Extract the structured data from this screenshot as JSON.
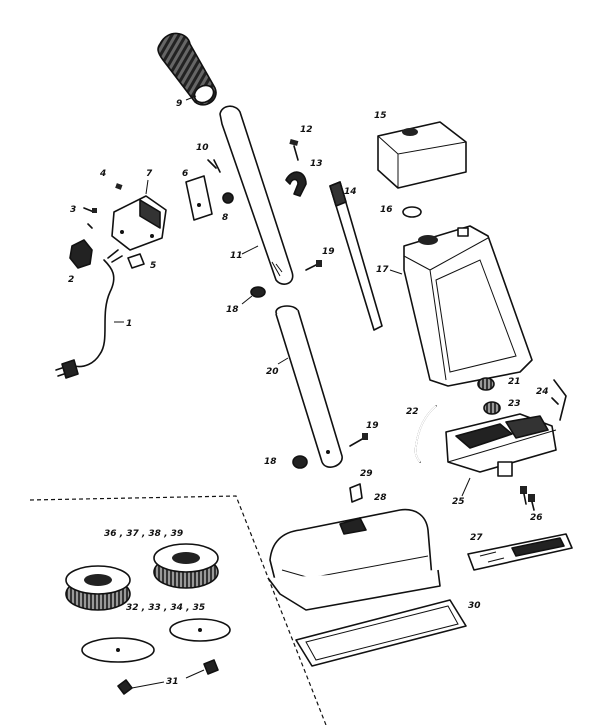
{
  "diagram": {
    "labels": {
      "l1": "1",
      "l2": "2",
      "l3": "3",
      "l4": "4",
      "l5": "5",
      "l6": "6",
      "l7": "7",
      "l8": "8",
      "l9": "9",
      "l10": "10",
      "l11": "11",
      "l12": "12",
      "l13": "13",
      "l14": "14",
      "l15": "15",
      "l16": "16",
      "l17": "17",
      "l18a": "18",
      "l18b": "18",
      "l19a": "19",
      "l19b": "19",
      "l20": "20",
      "l21": "21",
      "l22": "22",
      "l23": "23",
      "l24": "24",
      "l25": "25",
      "l26": "26",
      "l27": "27",
      "l28": "28",
      "l29": "29",
      "l30": "30",
      "l31": "31",
      "l32": "32 , 33 , 34 , 35",
      "l36": "36 , 37 , 38 , 39"
    },
    "colors": {
      "ink": "#111111",
      "paper": "#ffffff",
      "shade": "#444444"
    }
  }
}
